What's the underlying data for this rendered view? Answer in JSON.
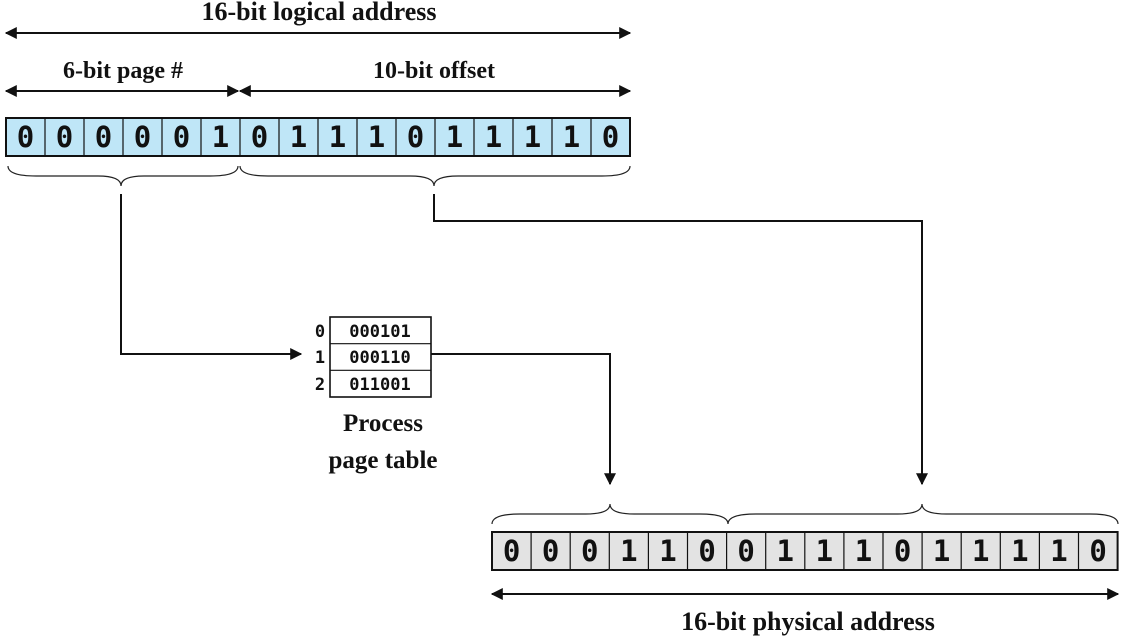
{
  "logical": {
    "title": "16-bit logical address",
    "page_label": "6-bit page #",
    "offset_label": "10-bit offset",
    "bits": [
      "0",
      "0",
      "0",
      "0",
      "0",
      "1",
      "0",
      "1",
      "1",
      "1",
      "0",
      "1",
      "1",
      "1",
      "1",
      "0"
    ],
    "fill_color": "#bfe6f7"
  },
  "page_table": {
    "rows": [
      {
        "index": "0",
        "value": "000101"
      },
      {
        "index": "1",
        "value": "000110"
      },
      {
        "index": "2",
        "value": "011001"
      }
    ],
    "caption_line1": "Process",
    "caption_line2": "page table"
  },
  "physical": {
    "title": "16-bit physical address",
    "bits": [
      "0",
      "0",
      "0",
      "1",
      "1",
      "0",
      "0",
      "1",
      "1",
      "1",
      "0",
      "1",
      "1",
      "1",
      "1",
      "0"
    ],
    "fill_color": "#e3e3e3"
  }
}
